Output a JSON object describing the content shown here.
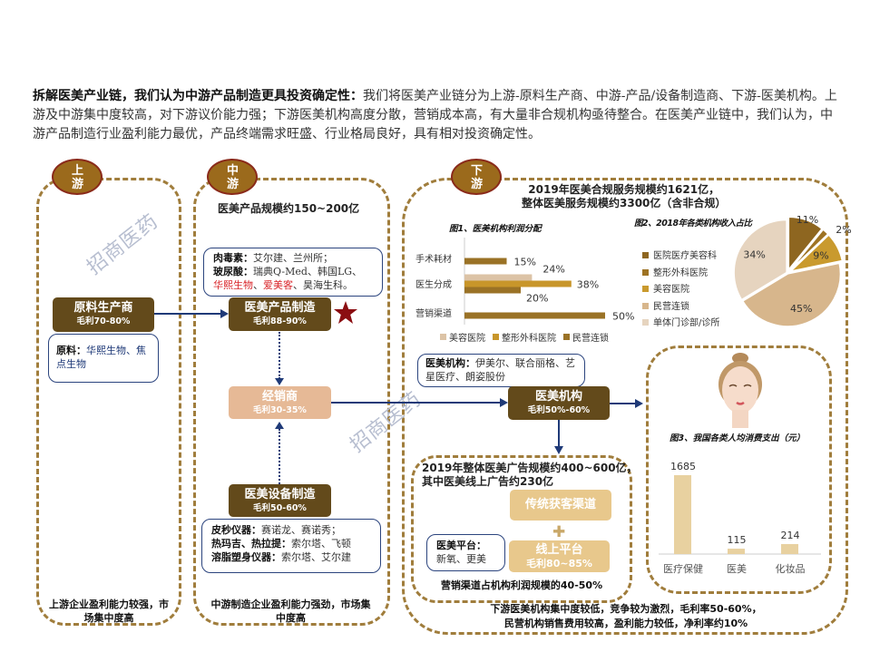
{
  "intro": {
    "lead": "拆解医美产业链，我们认为中游产品制造更具投资确定性：",
    "body": "我们将医美产业链分为上游-原料生产商、中游-产品/设备制造商、下游-医美机构。上游及中游集中度较高，对下游议价能力强；下游医美机构高度分散，营销成本高，有大量非合规机构亟待整合。在医美产业链中，我们认为，中游产品制造行业盈利能力最优，产品终端需求旺盛、行业格局良好，具有相对投资确定性。"
  },
  "watermark": "招商医药",
  "upstream": {
    "badge": "上游",
    "node": {
      "title": "原料生产商",
      "margin": "毛利70-80%"
    },
    "note": {
      "label": "原料：",
      "text": "华熙生物、焦点生物"
    },
    "footer": "上游企业盈利能力较强，市场集中度高"
  },
  "midstream": {
    "badge": "中游",
    "scale": "医美产品规模约150~200亿",
    "product_note": {
      "l1_label": "肉毒素：",
      "l1_text": "艾尔建、兰州所；",
      "l2_label": "玻尿酸：",
      "l2_text": "瑞典Q-Med、韩国LG、",
      "l3_red1": "华熙生物",
      "l3_sep": "、",
      "l3_red2": "爱美客",
      "l3_rest": "、昊海生科。"
    },
    "product_node": {
      "title": "医美产品制造",
      "margin": "毛利88-90%"
    },
    "distributor": {
      "title": "经销商",
      "margin": "毛利30-35%"
    },
    "device_node": {
      "title": "医美设备制造",
      "margin": "毛利50-60%"
    },
    "device_note": {
      "l1_label": "皮秒仪器：",
      "l1_text": "赛诺龙、赛诺秀；",
      "l2_label": "热玛吉、热拉提：",
      "l2_text": "索尔塔、飞顿",
      "l3_label": "溶脂塑身仪器：",
      "l3_text": "索尔塔、艾尔建"
    },
    "footer": "中游制造企业盈利能力强劲，市场集中度高"
  },
  "downstream": {
    "badge": "下游",
    "scale_l1": "2019年医美合规服务规模约1621亿，",
    "scale_l2": "整体医美服务规模约3300亿（含非合规）",
    "inst_note": {
      "label": "医美机构：",
      "text": "伊美尔、联合丽格、艺星医疗、朗姿股份"
    },
    "inst_node": {
      "title": "医美机构",
      "margin": "毛利50%-60%"
    },
    "ad": {
      "title_l1": "2019年整体医美广告规模约400~600亿，",
      "title_l2": "其中医美线上广告约230亿",
      "traditional": "传统获客渠道",
      "online_title": "线上平台",
      "online_margin": "毛利80~85%",
      "platform_label": "医美平台：",
      "platform_text": "新氧、更美",
      "footer": "营销渠道占机构利润规模的40-50%"
    },
    "footer_l1": "下游医美机构集中度较低，竞争较为激烈，毛利率50-60%，",
    "footer_l2": "民营机构销售费用较高，盈利能力较低，净利率约10%"
  },
  "chart_data": [
    {
      "type": "bar",
      "orientation": "horizontal",
      "title": "图1、医美机构利润分配",
      "categories": [
        "手术耗材",
        "医生分成",
        "营销渠道"
      ],
      "series": [
        {
          "name": "美容医院",
          "values": [
            null,
            24,
            null
          ],
          "color": "#dcc3a6"
        },
        {
          "name": "整形外科医院",
          "values": [
            null,
            38,
            null
          ],
          "color": "#c8962a"
        },
        {
          "name": "民营连锁",
          "values": [
            15,
            20,
            50
          ],
          "color": "#9a7226"
        }
      ],
      "unit": "%",
      "legend": "bottom"
    },
    {
      "type": "pie",
      "title": "图2、2018年各类机构收入占比",
      "labels": [
        "医院医疗美容科",
        "整形外科医院",
        "美容医院",
        "民营连锁",
        "单体门诊部/诊所"
      ],
      "values": [
        11,
        2,
        9,
        45,
        34
      ],
      "colors": [
        "#8e6620",
        "#9e7324",
        "#c99a2e",
        "#d7b68c",
        "#e6d4bf"
      ],
      "unit": "%",
      "legend": "left"
    },
    {
      "type": "bar",
      "title": "图3、我国各类人均消费支出（元）",
      "categories": [
        "医疗保健",
        "医美",
        "化妆品"
      ],
      "values": [
        1685,
        115,
        214
      ],
      "color": "#e8d1a0"
    }
  ]
}
